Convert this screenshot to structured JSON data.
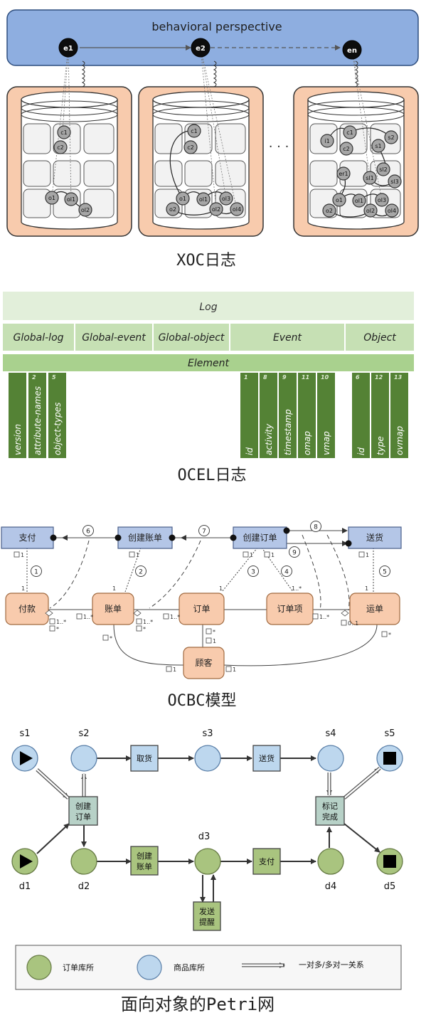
{
  "xoc": {
    "header": "behavioral perspective",
    "events": [
      "e1",
      "e2",
      "en"
    ],
    "ellipsis": "· · ·",
    "db1_nodes": [
      "c1",
      "c2",
      "o1",
      "ol1",
      "ol2"
    ],
    "db2_nodes": [
      "c1",
      "c2",
      "o1",
      "ol1",
      "ol3",
      "o2",
      "ol2",
      "ol4"
    ],
    "db3_nodes": [
      "i1",
      "c1",
      "s2",
      "c2",
      "s1",
      "er1",
      "sl2",
      "sl1",
      "sl3",
      "o1",
      "ol1",
      "ol3",
      "o2",
      "ol2",
      "ol4"
    ],
    "caption": "XOC日志"
  },
  "ocel": {
    "log": "Log",
    "groups": [
      "Global-log",
      "Global-event",
      "Global-object",
      "Event",
      "Object"
    ],
    "element": "Element",
    "columns": [
      {
        "num": "",
        "label": "version"
      },
      {
        "num": "2",
        "label": "attribute-names"
      },
      {
        "num": "5",
        "label": "object-types"
      },
      {
        "num": "1",
        "label": "id"
      },
      {
        "num": "8",
        "label": "activity"
      },
      {
        "num": "9",
        "label": "timestamp"
      },
      {
        "num": "11",
        "label": "omap"
      },
      {
        "num": "10",
        "label": "vmap"
      },
      {
        "num": "6",
        "label": "id"
      },
      {
        "num": "12",
        "label": "type"
      },
      {
        "num": "13",
        "label": "ovmap"
      }
    ],
    "caption": "OCEL日志"
  },
  "ocbc": {
    "activities": [
      "支付",
      "创建账单",
      "创建订单",
      "送货"
    ],
    "classes": [
      "付款",
      "账单",
      "订单",
      "订单项",
      "运单",
      "顾客"
    ],
    "constraint_nums": [
      "1",
      "2",
      "3",
      "4",
      "5",
      "6",
      "7",
      "8",
      "9"
    ],
    "card_one": "1",
    "card_many": "1..*",
    "card_star": "*",
    "card_opt": "0..1",
    "caption": "OCBC模型"
  },
  "petri": {
    "places_top": [
      "s1",
      "s2",
      "s3",
      "s4",
      "s5"
    ],
    "places_bottom": [
      "d1",
      "d2",
      "d3",
      "d4",
      "d5"
    ],
    "transitions": {
      "create_order": "创建订单",
      "pickup": "取货",
      "ship": "送货",
      "mark_done": "标记完成",
      "create_bill": "创建账单",
      "pay": "支付",
      "remind": "发送提醒"
    },
    "legend": {
      "order": "订单库所",
      "goods": "商品库所",
      "relation": "一对多/多对一关系"
    },
    "caption": "面向对象的Petri网"
  },
  "colors": {
    "header_blue": "#8eaee0",
    "db_frame": "#f8cbad",
    "ocel_light": "#e2efda",
    "ocel_mid": "#a9d18e",
    "ocel_dark": "#548235",
    "act_blue": "#b4c6e7",
    "cls_orange": "#f8cbad",
    "place_blue": "#bdd7ee",
    "place_green": "#a9c47f"
  }
}
